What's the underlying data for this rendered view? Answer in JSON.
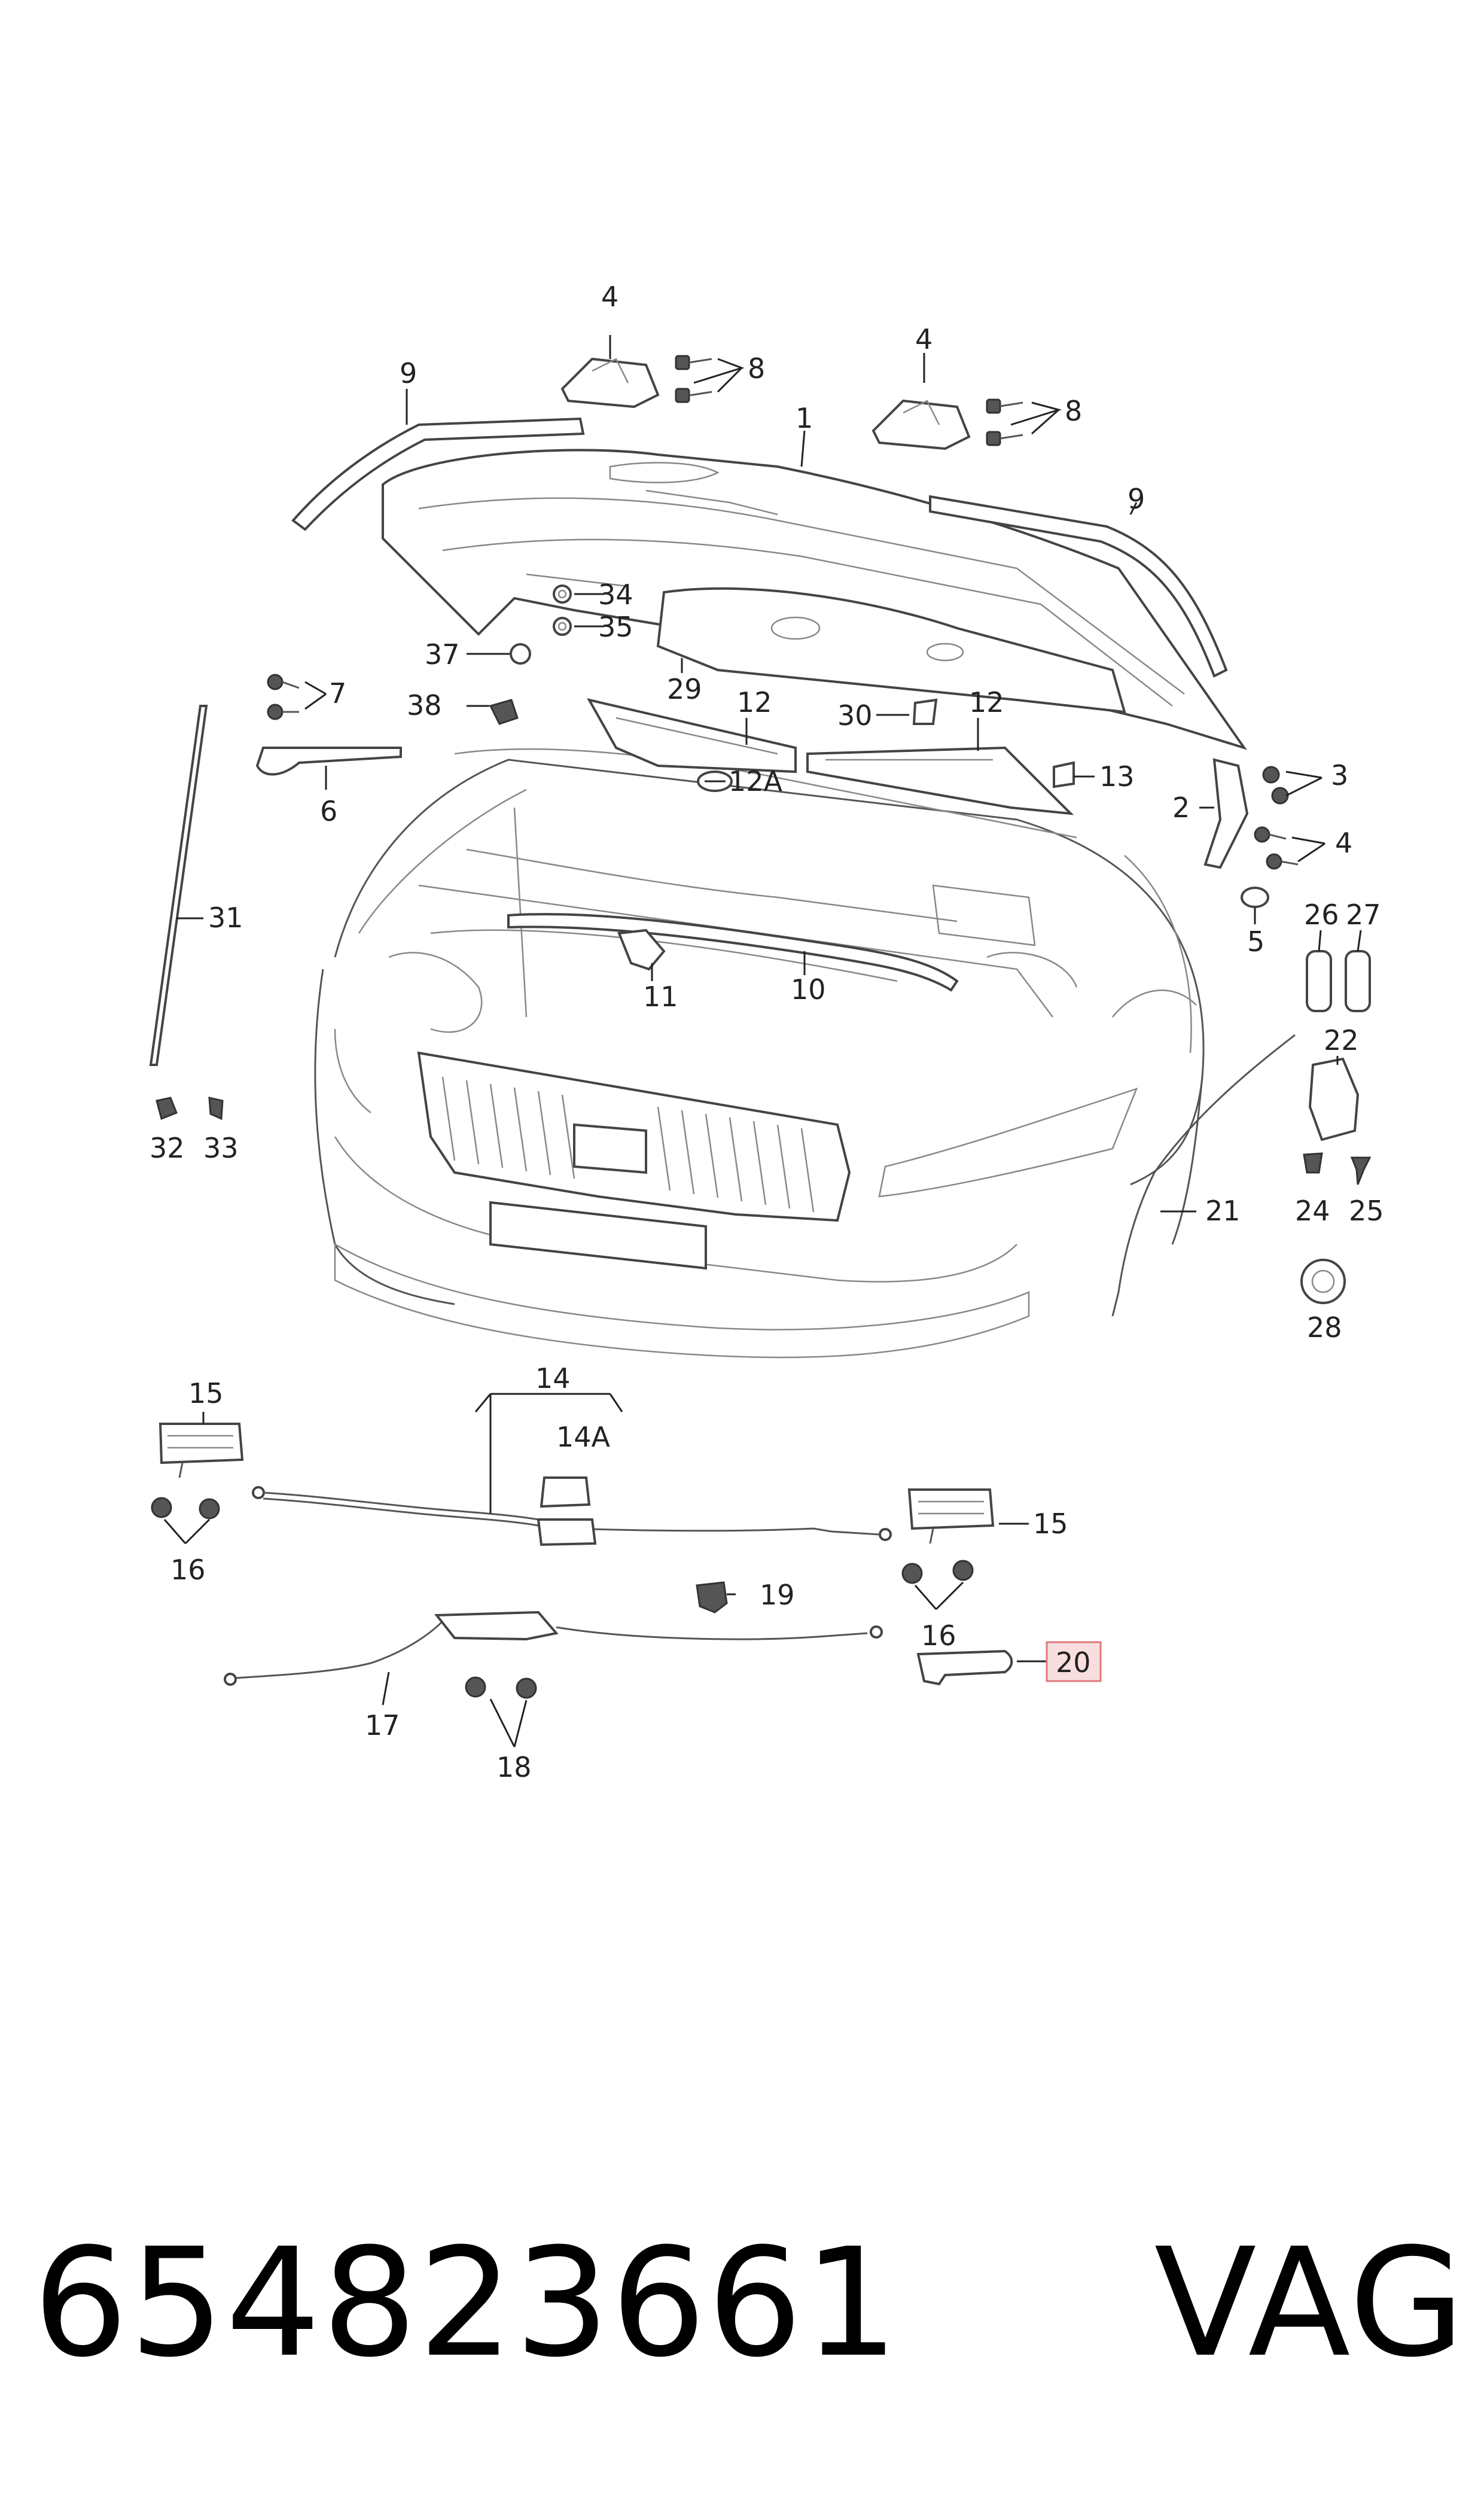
{
  "part_number": "654823661",
  "brand": "VAG",
  "callouts": {
    "c1": "1",
    "c2": "2",
    "c3": "3",
    "c4a": "4",
    "c4b": "4",
    "c4c": "4",
    "c5": "5",
    "c6": "6",
    "c7": "7",
    "c8a": "8",
    "c8b": "8",
    "c9a": "9",
    "c9b": "9",
    "c10": "10",
    "c11": "11",
    "c12a": "12",
    "c12b": "12",
    "c12A": "12A",
    "c13": "13",
    "c14": "14",
    "c14A": "14A",
    "c15a": "15",
    "c15b": "15",
    "c16a": "16",
    "c16b": "16",
    "c17": "17",
    "c18": "18",
    "c19": "19",
    "c20": "20",
    "c21": "21",
    "c22": "22",
    "c24": "24",
    "c25": "25",
    "c26": "26",
    "c27": "27",
    "c28": "28",
    "c29": "29",
    "c30": "30",
    "c31": "31",
    "c32": "32",
    "c33": "33",
    "c34": "34",
    "c35": "35",
    "c37": "37",
    "c38": "38"
  },
  "highlighted_callout": "20",
  "colors": {
    "highlight_fill": "#f8dede",
    "highlight_stroke": "#e07a7a",
    "line": "#444444"
  }
}
